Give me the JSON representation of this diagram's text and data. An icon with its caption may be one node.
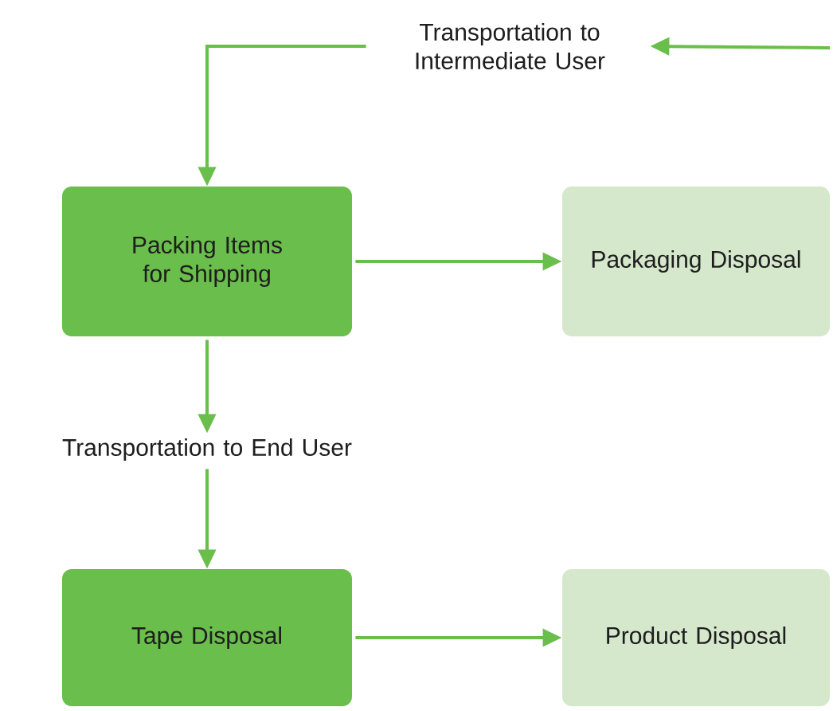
{
  "diagram": {
    "nodes": [
      {
        "text": [
          "Transportation to Intermediate User"
        ]
      },
      {
        "text": [
          "Packing Items for Shipping"
        ]
      },
      {
        "text": [
          "Packaging Disposal"
        ]
      },
      {
        "text": [
          "Transportation to End User"
        ]
      },
      {
        "text": [
          "Tape Disposal"
        ]
      },
      {
        "text": [
          "Product Disposal"
        ]
      }
    ],
    "edges": [
      {
        "from": null,
        "to": 0,
        "arrow": "to"
      },
      {
        "from": 0,
        "to": 1,
        "arrow": "to"
      },
      {
        "from": 1,
        "to": 2,
        "arrow": "to"
      },
      {
        "from": 1,
        "to": 3,
        "arrow": "to"
      },
      {
        "from": 3,
        "to": 4,
        "arrow": "to"
      },
      {
        "from": 4,
        "to": 5,
        "arrow": "to"
      }
    ]
  }
}
